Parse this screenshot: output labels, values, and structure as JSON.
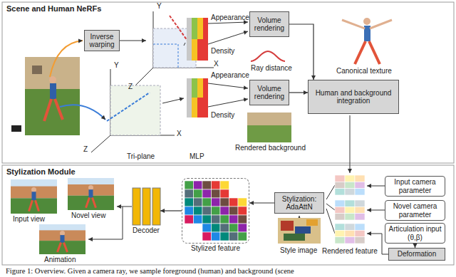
{
  "diagram": {
    "caption": "Figure 1: Overview. Given a camera ray, we sample foreground (human) and background (scene",
    "nodes": [
      {
        "text": [
          "Scene and Human NeRFs"
        ]
      },
      {
        "text": [
          "Inverse warping"
        ],
        "in": 0
      },
      {
        "text": [
          "Volume rendering"
        ],
        "in": 0
      },
      {
        "text": [
          "Volume rendering"
        ],
        "in": 0
      },
      {
        "text": [
          "Human and background integration"
        ],
        "in": 0
      },
      {
        "text": [
          "Stylization Module"
        ]
      },
      {
        "text": [
          "Input camera parameter"
        ],
        "in": 5
      },
      {
        "text": [
          "Novel camera parameter"
        ],
        "in": 5
      },
      {
        "text": [
          "Articulation input (θ,β)"
        ],
        "in": 5
      },
      {
        "text": [
          "Deformation"
        ],
        "in": 5
      },
      {
        "text": [
          "Stylization: AdaAttN"
        ],
        "in": 5
      },
      {
        "text": [
          "Stylized feature"
        ],
        "in": 5
      },
      {
        "text": [
          "Decoder"
        ],
        "in": 5
      }
    ],
    "edges": [
      {
        "from": 2,
        "to": 4,
        "arrow": "to"
      },
      {
        "from": 3,
        "to": 4,
        "arrow": "to"
      },
      {
        "from": 8,
        "to": 9,
        "arrow": "to"
      },
      {
        "from": 10,
        "to": 11,
        "arrow": "to"
      },
      {
        "from": 11,
        "to": 12,
        "arrow": "to"
      }
    ],
    "labels": [
      "Y",
      "X",
      "Z",
      "Appearance",
      "Density",
      "Ray distance",
      "Canonical texture",
      "Y",
      "X",
      "Z",
      "Appearance",
      "Density",
      "Rendered background",
      "Tri-plane",
      "MLP",
      "Rendered feature",
      "Style image",
      "Input view",
      "Novel view",
      "Animation"
    ]
  }
}
